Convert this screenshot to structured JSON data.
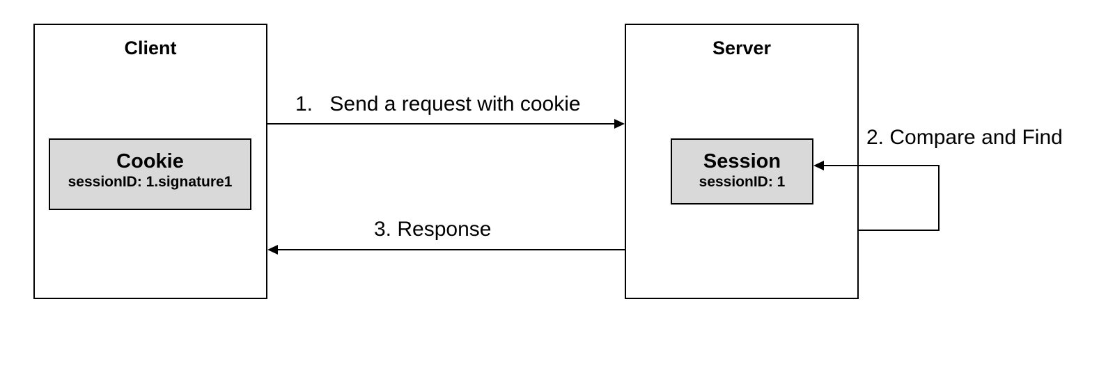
{
  "client": {
    "title": "Client",
    "cookie": {
      "title": "Cookie",
      "value": "sessionID: 1.signature1"
    }
  },
  "server": {
    "title": "Server",
    "session": {
      "title": "Session",
      "value": "sessionID: 1"
    }
  },
  "steps": {
    "request": {
      "number": "1.",
      "text": "Send a request with cookie"
    },
    "compare": "2. Compare and Find",
    "response": "3. Response"
  }
}
